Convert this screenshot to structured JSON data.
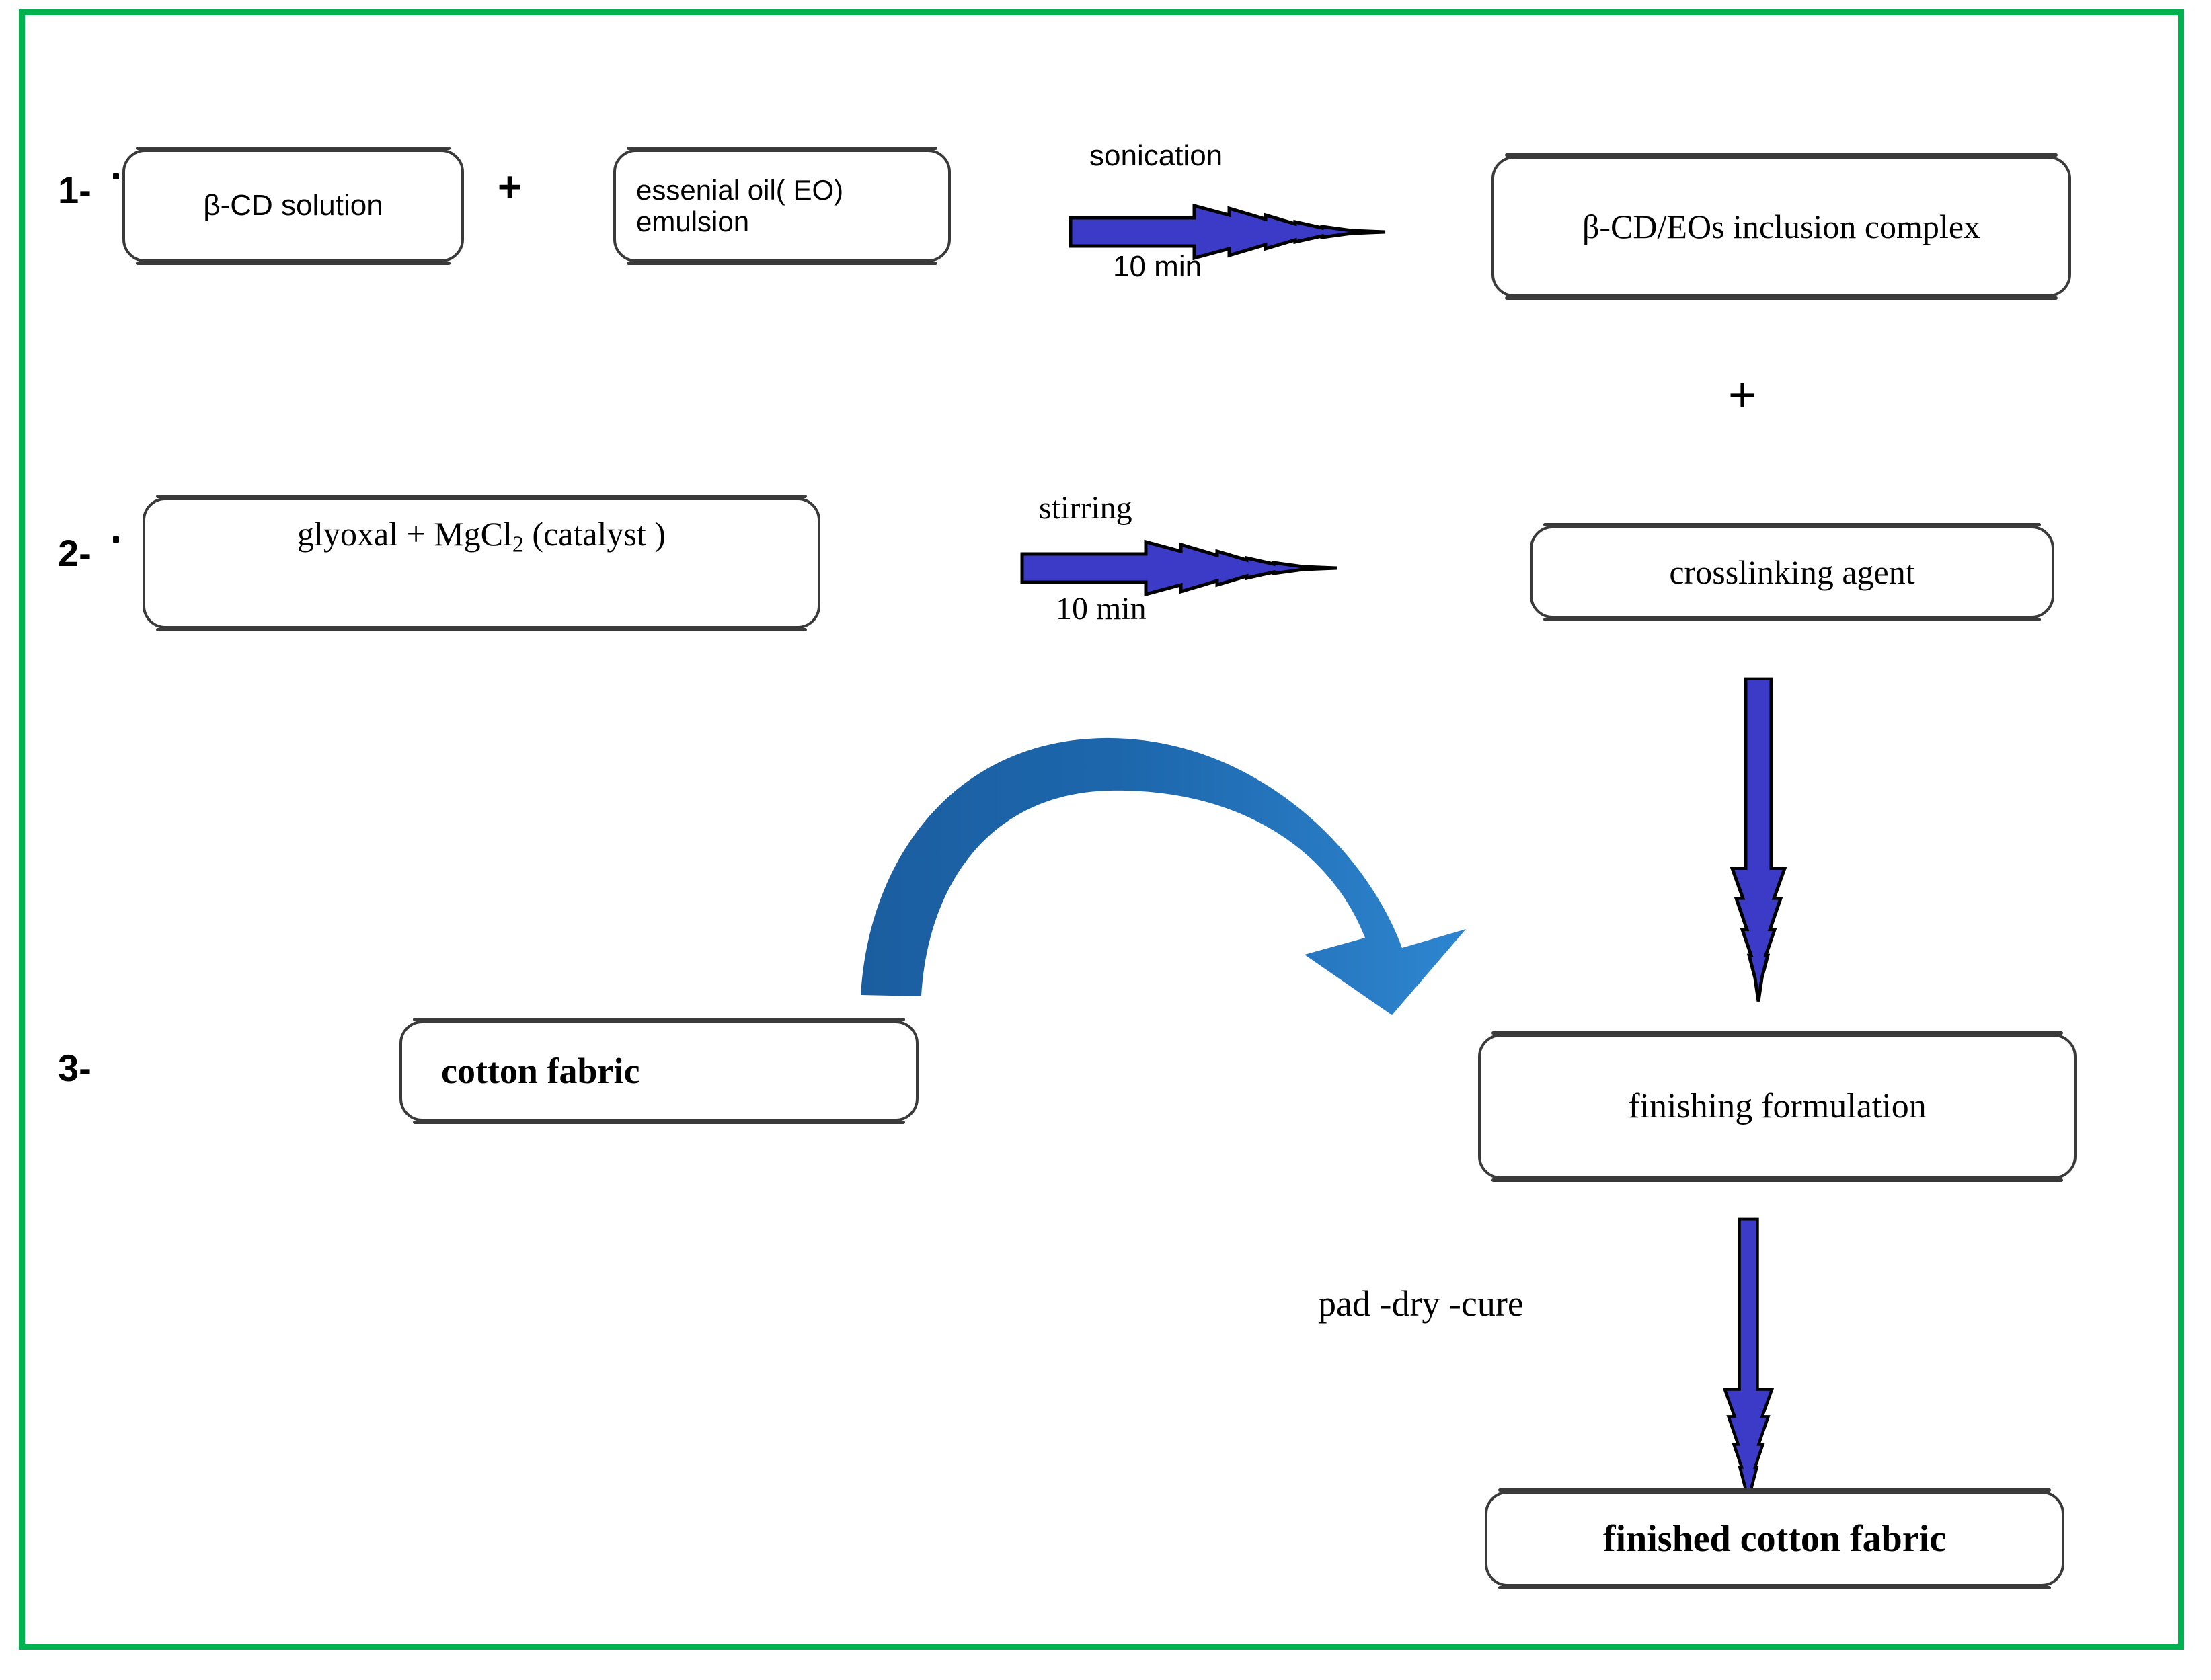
{
  "diagram": {
    "title_visible": false,
    "frame_color": "#00b14f",
    "arrow_color_straight": "#3b3bc8",
    "arrow_color_curve_dark": "#1b5ea0",
    "arrow_color_curve_light": "#2e86d0",
    "box_border_color": "#3a3a3a"
  },
  "steps": [
    {
      "number": "1-"
    },
    {
      "number": "2-"
    },
    {
      "number": "3-"
    }
  ],
  "boxes": {
    "bcd_solution": "β-CD  solution",
    "eo_emulsion_line1": "essenial oil( EO)",
    "eo_emulsion_line2": "emulsion",
    "inclusion_complex": "β-CD/EOs inclusion  complex",
    "glyoxal_catalyst_pre": "glyoxal + MgCl",
    "glyoxal_catalyst_sub": "2",
    "glyoxal_catalyst_post": " (catalyst )",
    "crosslinking_agent": "crosslinking agent",
    "cotton_fabric": "cotton fabric",
    "finishing_formulation": "finishing formulation",
    "finished_cotton_fabric": "finished cotton fabric"
  },
  "operators": {
    "plus_row1": "+",
    "plus_vertical": "+"
  },
  "arrows": {
    "sonication": {
      "label": "sonication",
      "duration": "10 min"
    },
    "stirring": {
      "label": "stirring",
      "duration": "10 min"
    },
    "pad_dry_cure": {
      "label": "pad -dry -cure"
    }
  },
  "chart_data": {
    "type": "diagram",
    "flow": [
      {
        "step": 1,
        "inputs": [
          "β-CD  solution",
          "essenial oil( EO) emulsion"
        ],
        "process": "sonication",
        "duration": "10 min",
        "output": "β-CD/EOs inclusion  complex"
      },
      {
        "step": 2,
        "inputs": [
          "glyoxal + MgCl2 (catalyst )"
        ],
        "process": "stirring",
        "duration": "10 min",
        "output": "crosslinking agent"
      },
      {
        "step": 3,
        "inputs": [
          "β-CD/EOs inclusion  complex",
          "crosslinking agent",
          "cotton fabric"
        ],
        "process": "pad -dry -cure",
        "intermediate": "finishing formulation",
        "output": "finished cotton fabric"
      }
    ]
  }
}
